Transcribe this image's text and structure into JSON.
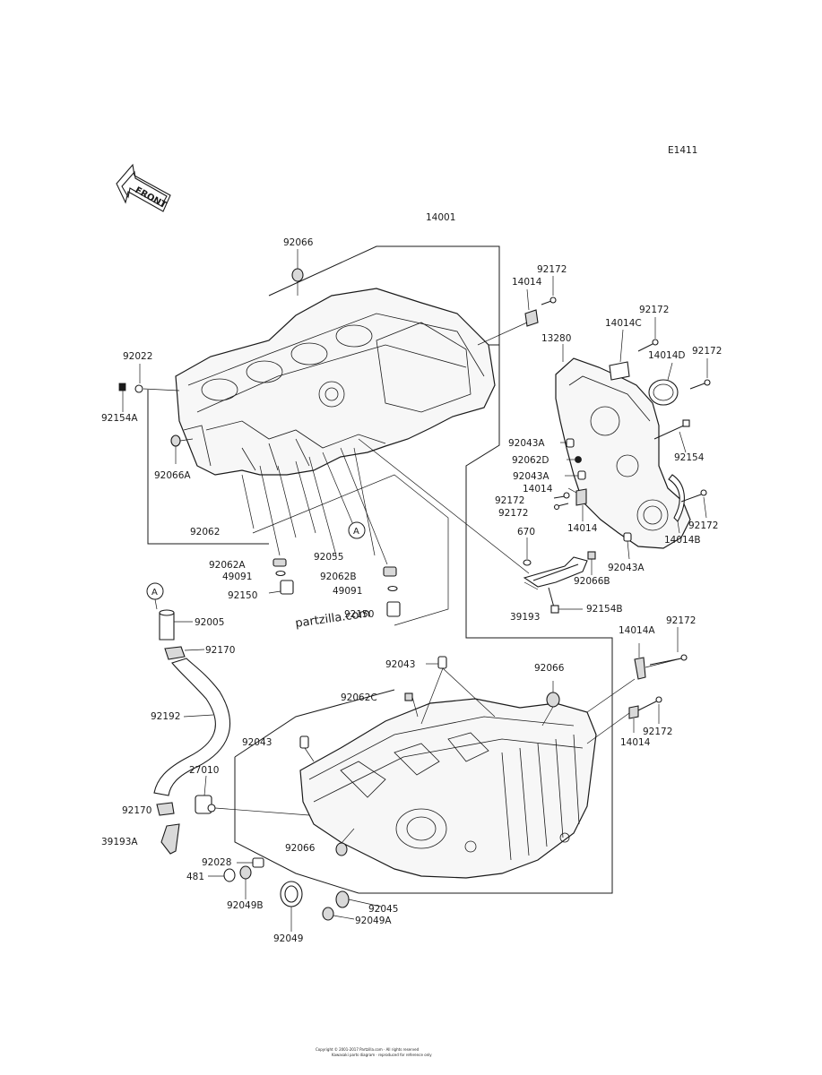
{
  "diagram": {
    "figure_code": "E1411",
    "front_arrow_label": "FRONT",
    "watermark": "partzilla.com",
    "copyright_lines": [
      "Copyright © 2001-2017 Partzilla.com · All rights reserved",
      "Kawasaki parts diagram · reproduced for reference only"
    ],
    "ref_marker": "A",
    "labels": [
      {
        "id": "l14001",
        "text": "14001"
      },
      {
        "id": "l92066_top",
        "text": "92066"
      },
      {
        "id": "l92022",
        "text": "92022"
      },
      {
        "id": "l92154A",
        "text": "92154A"
      },
      {
        "id": "l92066A",
        "text": "92066A"
      },
      {
        "id": "l92062",
        "text": "92062"
      },
      {
        "id": "l92062A",
        "text": "92062A"
      },
      {
        "id": "l49091_l",
        "text": "49091"
      },
      {
        "id": "l92150_l",
        "text": "92150"
      },
      {
        "id": "l92055",
        "text": "92055"
      },
      {
        "id": "l92062B",
        "text": "92062B"
      },
      {
        "id": "l49091_r",
        "text": "49091"
      },
      {
        "id": "l92150_r",
        "text": "92150"
      },
      {
        "id": "l92005",
        "text": "92005"
      },
      {
        "id": "l92170_a",
        "text": "92170"
      },
      {
        "id": "l92192",
        "text": "92192"
      },
      {
        "id": "l27010",
        "text": "27010"
      },
      {
        "id": "l92170_b",
        "text": "92170"
      },
      {
        "id": "l39193A",
        "text": "39193A"
      },
      {
        "id": "l92028",
        "text": "92028"
      },
      {
        "id": "l481",
        "text": "481"
      },
      {
        "id": "l92049B",
        "text": "92049B"
      },
      {
        "id": "l92049",
        "text": "92049"
      },
      {
        "id": "l92045",
        "text": "92045"
      },
      {
        "id": "l92049A",
        "text": "92049A"
      },
      {
        "id": "l92066_bot",
        "text": "92066"
      },
      {
        "id": "l92043_a",
        "text": "92043"
      },
      {
        "id": "l92043_b",
        "text": "92043"
      },
      {
        "id": "l92062C",
        "text": "92062C"
      },
      {
        "id": "l92066_right",
        "text": "92066"
      },
      {
        "id": "l14014A",
        "text": "14014A"
      },
      {
        "id": "l92172_a",
        "text": "92172"
      },
      {
        "id": "l92172_b",
        "text": "92172"
      },
      {
        "id": "l14014_bot",
        "text": "14014"
      },
      {
        "id": "l14014_top",
        "text": "14014"
      },
      {
        "id": "l92172_c",
        "text": "92172"
      },
      {
        "id": "l13280",
        "text": "13280"
      },
      {
        "id": "l14014C",
        "text": "14014C"
      },
      {
        "id": "l92172_d",
        "text": "92172"
      },
      {
        "id": "l14014D",
        "text": "14014D"
      },
      {
        "id": "l92172_e",
        "text": "92172"
      },
      {
        "id": "l92043A_a",
        "text": "92043A"
      },
      {
        "id": "l92062D",
        "text": "92062D"
      },
      {
        "id": "l92043A_b",
        "text": "92043A"
      },
      {
        "id": "l92154",
        "text": "92154"
      },
      {
        "id": "l14014_mid",
        "text": "14014"
      },
      {
        "id": "l92172_f",
        "text": "92172"
      },
      {
        "id": "l92172_g",
        "text": "92172"
      },
      {
        "id": "l14014_mid2",
        "text": "14014"
      },
      {
        "id": "l92172_h",
        "text": "92172"
      },
      {
        "id": "l14014B",
        "text": "14014B"
      },
      {
        "id": "l92043A_c",
        "text": "92043A"
      },
      {
        "id": "l670",
        "text": "670"
      },
      {
        "id": "l92066B",
        "text": "92066B"
      },
      {
        "id": "l39193",
        "text": "39193"
      },
      {
        "id": "l92154B",
        "text": "92154B"
      }
    ]
  }
}
